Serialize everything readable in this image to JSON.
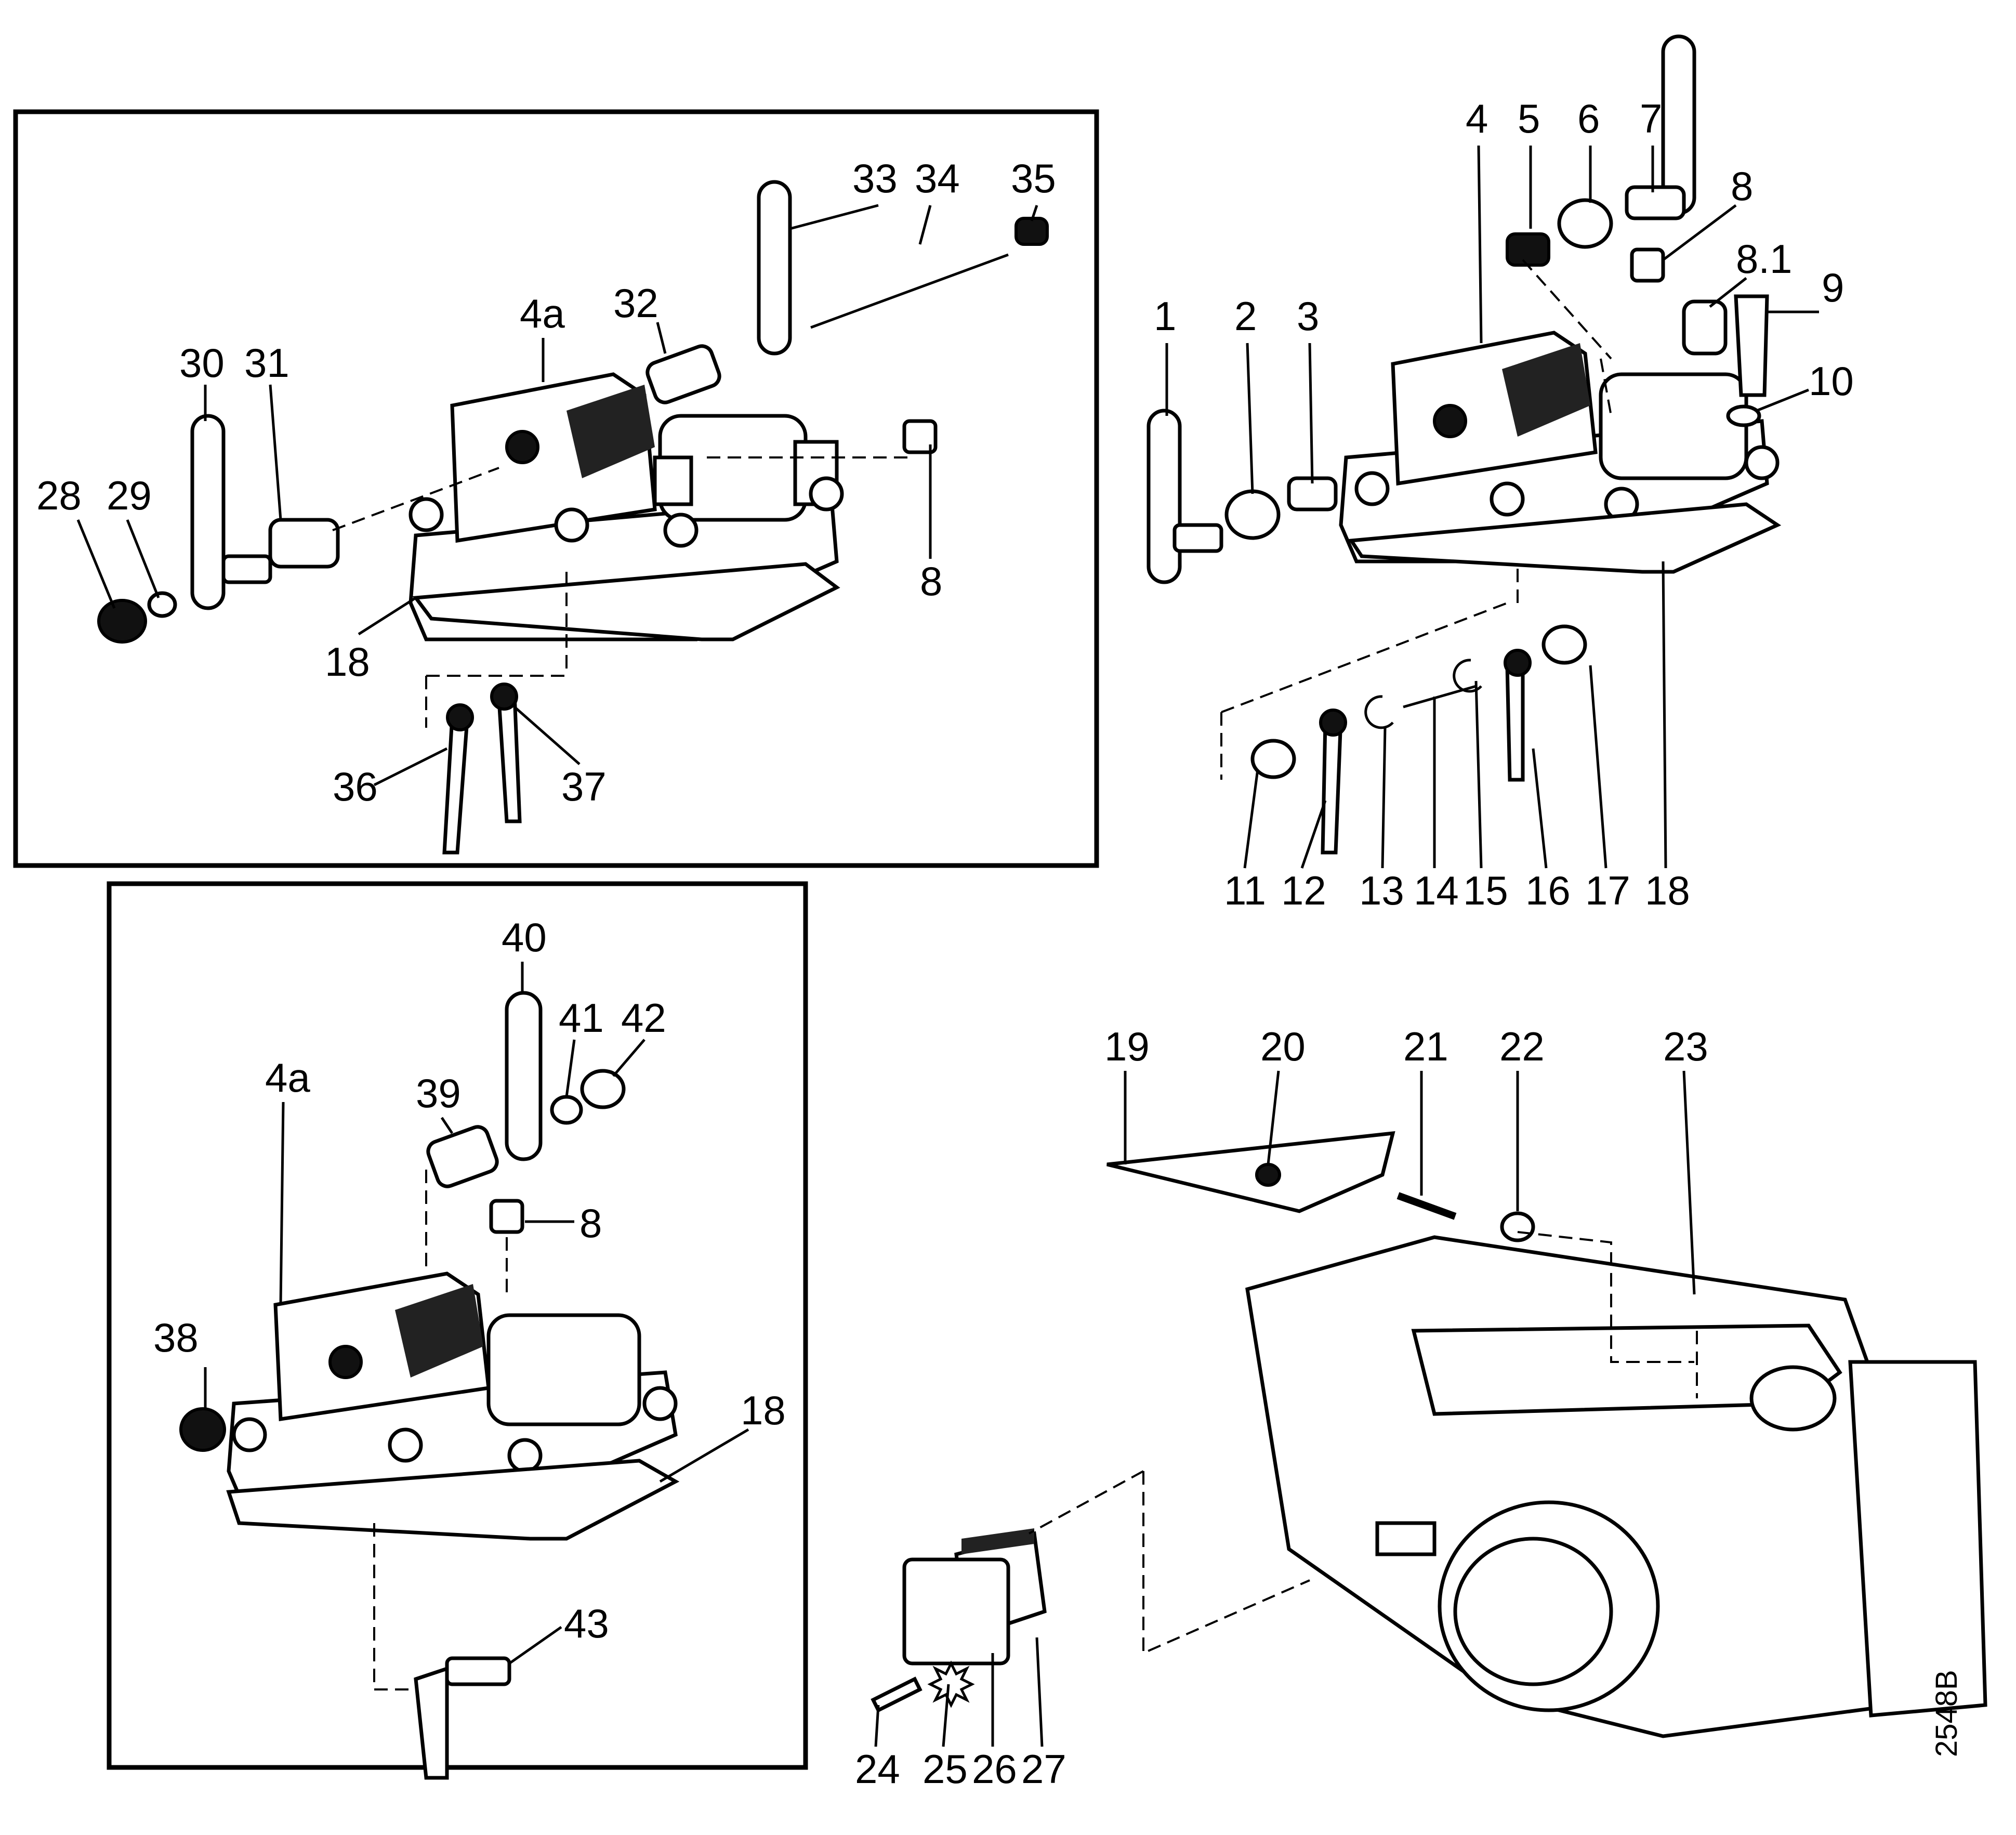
{
  "drawing_code": "2548B",
  "panels": {
    "top_left": {
      "labels": [
        "4a",
        "8",
        "18",
        "28",
        "29",
        "30",
        "31",
        "32",
        "33",
        "34",
        "35",
        "36",
        "37"
      ]
    },
    "top_right": {
      "labels": [
        "1",
        "2",
        "3",
        "4",
        "5",
        "6",
        "7",
        "8",
        "8.1",
        "9",
        "10",
        "11",
        "12",
        "13",
        "14",
        "15",
        "16",
        "17",
        "18"
      ]
    },
    "bottom_left": {
      "labels": [
        "4a",
        "8",
        "18",
        "38",
        "39",
        "40",
        "41",
        "42",
        "43"
      ]
    },
    "bottom_right": {
      "labels": [
        "19",
        "20",
        "21",
        "22",
        "23",
        "24",
        "25",
        "26",
        "27"
      ]
    }
  }
}
